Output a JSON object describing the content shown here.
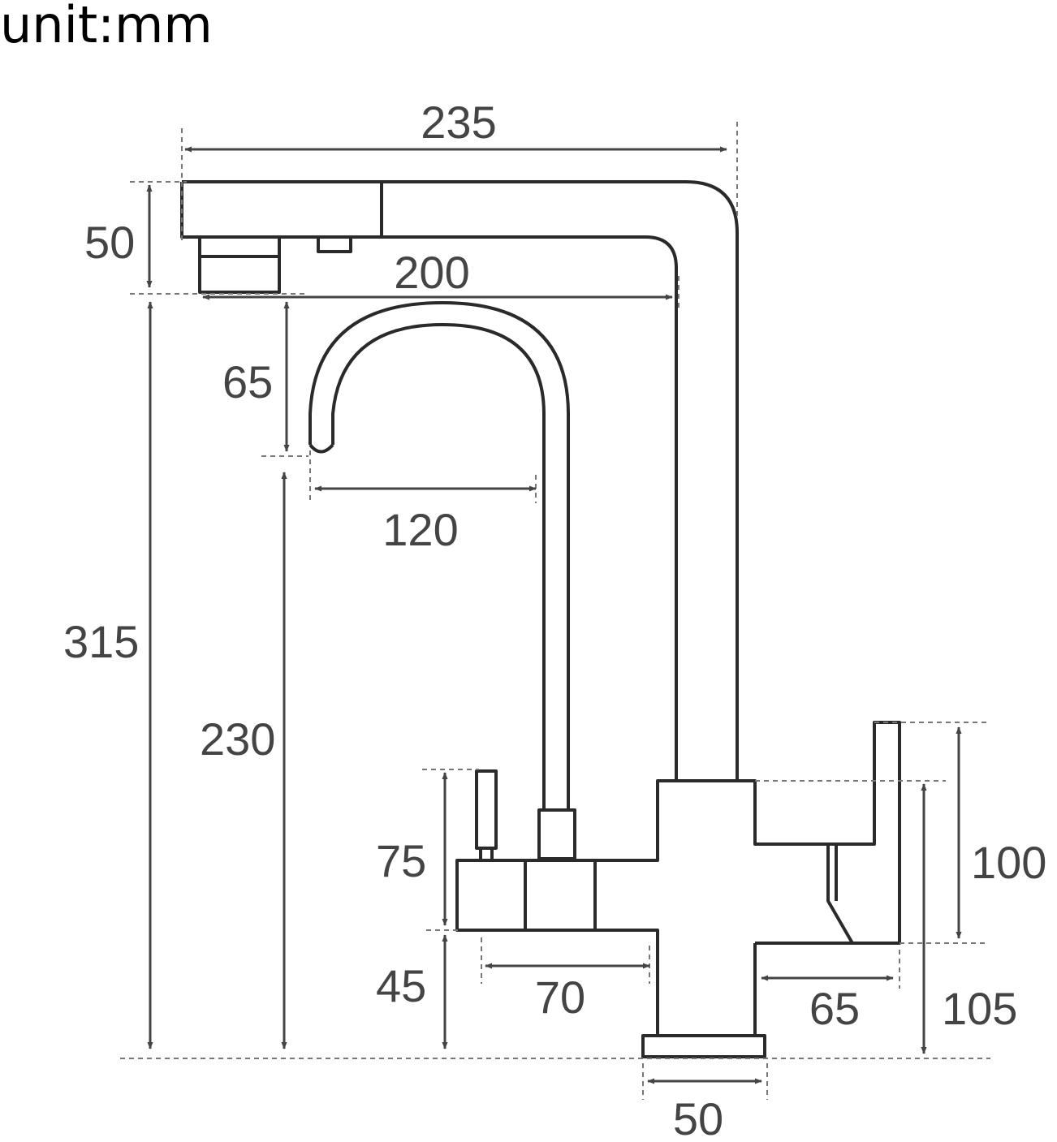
{
  "title": "unit:mm",
  "dimensions": {
    "top_width": "235",
    "spout_height": "50",
    "spout_reach": "200",
    "filter_drop": "65",
    "filter_reach": "120",
    "total_height": "315",
    "filter_outlet_height": "230",
    "handle_height": "75",
    "handle_base": "45",
    "handle_offset": "70",
    "lever_width": "65",
    "lever_height": "100",
    "right_height": "105",
    "base_width": "50"
  }
}
